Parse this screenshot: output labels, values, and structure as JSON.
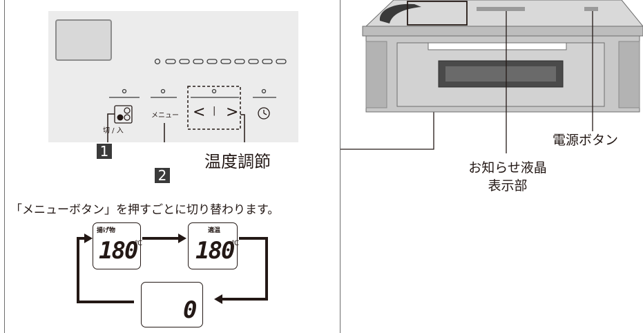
{
  "panel": {
    "power_label": "切 / 入",
    "menu_label": "メニュー",
    "temp_down_symbol": "<",
    "temp_sep": "|",
    "temp_up_symbol": ">",
    "timer_icon": "timer-icon",
    "number_1": "1",
    "number_2": "2",
    "temp_adjust_label": "温度調節"
  },
  "caption": "「メニューボタン」を押すごとに切り替わります。",
  "lcd_cycle": [
    {
      "tag": "揚げ物",
      "value": "180",
      "unit": "℃"
    },
    {
      "tag": "適温",
      "value": "180",
      "unit": "℃"
    },
    {
      "tag": "",
      "value": "0",
      "unit": ""
    }
  ],
  "stove_labels": {
    "power_button": "電源ボタン",
    "lcd_notice_line1": "お知らせ液晶",
    "lcd_notice_line2": "表示部"
  },
  "colors": {
    "panel_bg": "#ececec",
    "number_box": "#3a3a3a",
    "stove_body": "#c8c8c8",
    "stove_dark": "#8a8a8a"
  }
}
